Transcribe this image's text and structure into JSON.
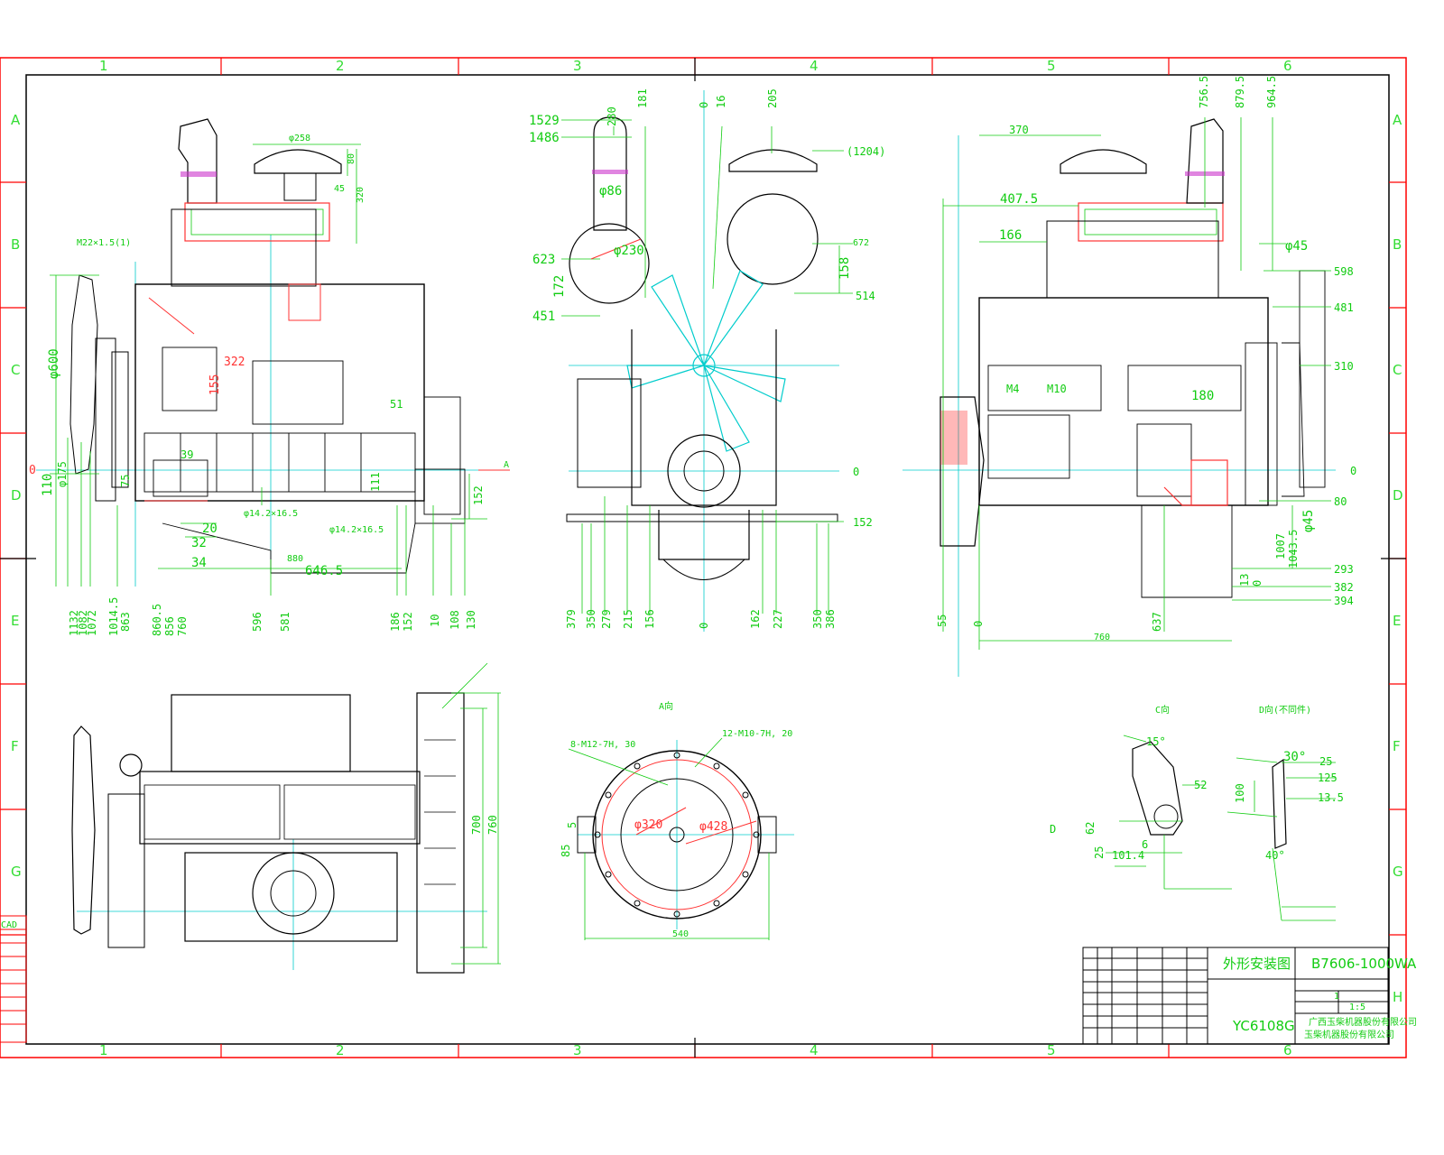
{
  "zones": {
    "columns": [
      "1",
      "2",
      "3",
      "4",
      "5",
      "6"
    ],
    "rows": [
      "A",
      "B",
      "C",
      "D",
      "E",
      "F",
      "G",
      "H"
    ]
  },
  "front_view": {
    "top_dims": [
      "280",
      "181",
      "0",
      "16",
      "205"
    ],
    "left_dims": [
      "1529",
      "1486",
      "623",
      "172",
      "451"
    ],
    "labels": [
      "φ86",
      "φ230"
    ],
    "right_dims": [
      "(1204)",
      "672",
      "158",
      "514",
      "0",
      "152"
    ],
    "bottom_dims": [
      "379",
      "350",
      "279",
      "215",
      "156",
      "0",
      "162",
      "227",
      "350",
      "386"
    ]
  },
  "side_view_left": {
    "left_dims": [
      "φ600",
      "0",
      "110",
      "φ175",
      "75"
    ],
    "top_labels": [
      "φ258",
      "80",
      "45",
      "320",
      "M22×1.5(1)"
    ],
    "mid_labels": [
      "322",
      "155",
      "51",
      "39",
      "20",
      "32",
      "34",
      "111",
      "152",
      "A"
    ],
    "bottom_labels": [
      "φ14.2×16.5",
      "φ14.2×16.5",
      "646.5",
      "880"
    ],
    "bottom_dims": [
      "1132",
      "1082",
      "1072",
      "1014.5",
      "863",
      "860.5",
      "856",
      "760",
      "596",
      "581",
      "186",
      "152",
      "10",
      "108",
      "130"
    ]
  },
  "side_view_right": {
    "top_dims": [
      "756.5",
      "879.5",
      "964.5"
    ],
    "left_dims": [
      "370",
      "407.5",
      "166"
    ],
    "labels": [
      "M4",
      "M10",
      "180",
      "φ45",
      "φ45"
    ],
    "right_dims": [
      "598",
      "481",
      "310",
      "0",
      "80",
      "293",
      "382",
      "394"
    ],
    "bottom_dims": [
      "55",
      "0",
      "637",
      "13",
      "0",
      "1007",
      "1043.5",
      "760"
    ]
  },
  "top_view": {
    "dims": [
      "700",
      "760"
    ]
  },
  "view_a": {
    "title": "A向",
    "labels": [
      "8-M12-7H, 30",
      "12-M10-7H, 20",
      "φ320",
      "φ428",
      "5",
      "85",
      "540"
    ]
  },
  "detail_c": {
    "title": "C向",
    "labels": [
      "15°",
      "52",
      "62",
      "25",
      "6",
      "101.4",
      "D"
    ]
  },
  "detail_d": {
    "title": "D向(不同件)",
    "labels": [
      "30°",
      "25",
      "125",
      "13.5",
      "100",
      "40°"
    ]
  },
  "title_block": {
    "drawing_title": "外形安装图",
    "drawing_number": "B7606-1000WA",
    "model": "YC6108G",
    "company_line1": "广西玉柴机器股份有限公司",
    "company_line2": "玉柴机器股份有限公司",
    "qty": "1",
    "scale": "1:5"
  },
  "left_strip": {
    "cad_label": "CAD"
  },
  "colors": {
    "frame": "#ff0000",
    "outline": "#ffffff",
    "part": "#000000",
    "dimension": "#11cc11",
    "center": "#00cccc",
    "highlight": "#ff3333",
    "magenta": "#cc33cc",
    "yellow": "#dddd00"
  }
}
